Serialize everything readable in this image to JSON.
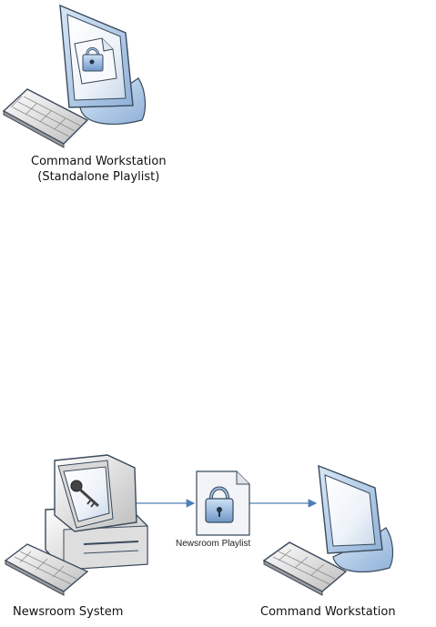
{
  "top_diagram": {
    "label_line1": "Command Workstation",
    "label_line2": "(Standalone Playlist)"
  },
  "bottom_diagram": {
    "newsroom_label": "Newsroom System",
    "playlist_label": "Newsroom Playlist",
    "workstation_label": "Command Workstation"
  },
  "colors": {
    "monitor_frame": "#b9d3ee",
    "outline": "#3a4a5c",
    "connector": "#4d7fb7"
  }
}
